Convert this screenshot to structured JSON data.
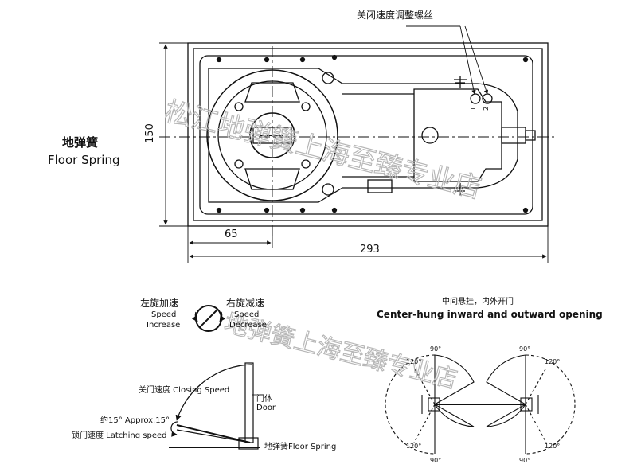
{
  "labels": {
    "product_cn": "地弹簧",
    "product_en": "Floor Spring",
    "screw_cn": "关闭速度调整螺丝",
    "screw_1": "1",
    "screw_2": "2",
    "dim_height": "150",
    "dim_offset": "65",
    "dim_length": "293",
    "left_rotate_cn": "左旋加速",
    "speed_increase_1": "Speed",
    "speed_increase_2": "Increase",
    "right_rotate_cn": "右旋减速",
    "speed_decrease_1": "Speed",
    "speed_decrease_2": "Decrease",
    "closing_speed": "关门速度  Closing Speed",
    "door_cn": "门体",
    "door_en": "Door",
    "approx_angle": "约15°   Approx.15°",
    "latching_speed": "锁门速度   Latching speed",
    "floor_spring_label": "地弹簧Floor Spring",
    "center_hung_cn": "中间悬挂，内外开门",
    "center_hung_en": "Center-hung inward and outward opening",
    "ang_90": "90°",
    "ang_120": "120°"
  },
  "watermark": {
    "top": "松江地弹簧上海至臻专业店",
    "bottom": "地弹簧上海至臻专业店"
  },
  "colors": {
    "line": "#111111",
    "watermark": "#b7b7b7"
  }
}
